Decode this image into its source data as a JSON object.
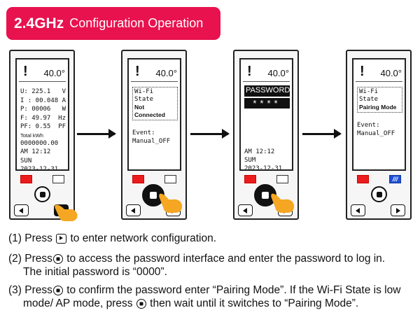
{
  "header": {
    "title_strong": "2.4GHz",
    "title_rest": "Configuration Operation",
    "badge_color": "#e8124e"
  },
  "panels": [
    {
      "temperature": "40.0°",
      "readings": [
        {
          "label": "U: 225.1",
          "unit": "V"
        },
        {
          "label": "I : 00.048",
          "unit": "A"
        },
        {
          "label": "P: 00006",
          "unit": "W"
        },
        {
          "label": "F: 49.97",
          "unit": "Hz"
        },
        {
          "label": "PF: 0.55",
          "unit": "PF"
        }
      ],
      "total_label": "Total kWh",
      "total_value": "0000000.00",
      "time": "AM 12:12 SUN",
      "date": "2023-12-31",
      "pressed_button": "right"
    },
    {
      "temperature": "40.0°",
      "wifi_label": "Wi-Fi State",
      "wifi_value": "Not Connected",
      "event_label": "Event:",
      "event_value": "Manual_OFF",
      "pressed_button": "center"
    },
    {
      "temperature": "40.0°",
      "password_label": "PASSWORD",
      "password_mask": "****",
      "time": "AM 12:12 SUM",
      "date": "2023-12-31",
      "pressed_button": "center"
    },
    {
      "temperature": "40.0°",
      "wifi_label": "Wi-Fi State",
      "wifi_value": "Pairing Mode",
      "event_label": "Event:",
      "event_value": "Manual_OFF",
      "indicator_text": "///",
      "pressed_button": "none"
    }
  ],
  "instructions": {
    "s1_a": "(1) Press",
    "s1_b": "to enter network configuration.",
    "s2_a": "(2) Press",
    "s2_b": "to access the password interface and enter the password to log in.",
    "s2_c": "The initial password is “0000”.",
    "s3_a": "(3) Press",
    "s3_b": "to confirm the password enter “Pairing Mode”. If the Wi-Fi State is low",
    "s3_c": "mode/ AP mode, press",
    "s3_d": "then wait until it switches to “Pairing Mode”."
  },
  "colors": {
    "led_red": "#ec1c1c",
    "led_blue": "#1f4fd6",
    "hand": "#f5a623"
  }
}
